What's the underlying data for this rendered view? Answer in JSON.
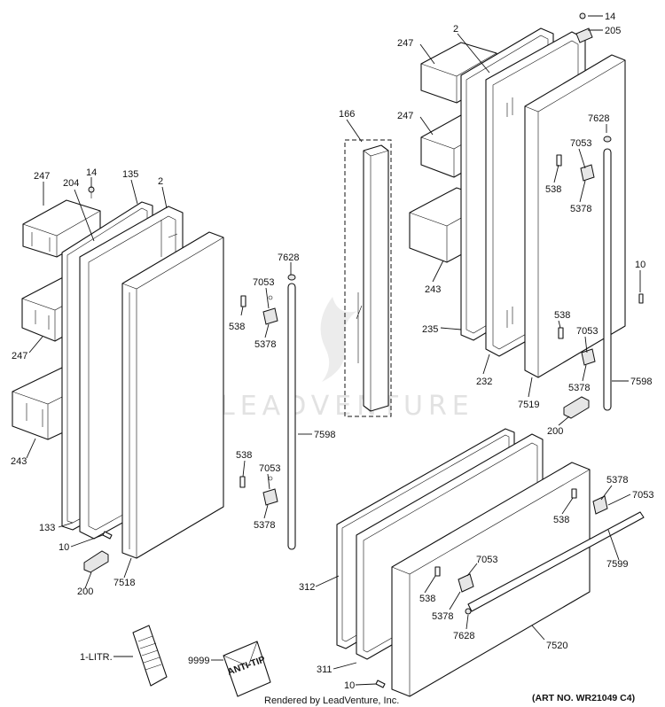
{
  "callouts": {
    "c247a": "247",
    "c204": "204",
    "c14a": "14",
    "c135": "135",
    "c2a": "2",
    "c247b": "247",
    "c243a": "243",
    "c133": "133",
    "c10a": "10",
    "c200a": "200",
    "c7518": "7518",
    "c7628a": "7628",
    "c7053a": "7053",
    "c538a": "538",
    "c5378a": "5378",
    "c7598a": "7598",
    "c538b": "538",
    "c7053b": "7053",
    "c5378b": "5378",
    "c166": "166",
    "c14b": "14",
    "c205": "205",
    "c2b": "2",
    "c247c": "247",
    "c247d": "247",
    "c7628b": "7628",
    "c7053c": "7053",
    "c538c": "538",
    "c5378c": "5378",
    "c243b": "243",
    "c10b": "10",
    "c235": "235",
    "c538d": "538",
    "c7053d": "7053",
    "c5378d": "5378",
    "c232": "232",
    "c7519": "7519",
    "c7598b": "7598",
    "c200b": "200",
    "c5378e": "5378",
    "c7053e": "7053",
    "c538e": "538",
    "c7599": "7599",
    "c312": "312",
    "c7053f": "7053",
    "c538f": "538",
    "c5378f": "5378",
    "c7628c": "7628",
    "c7520": "7520",
    "c311": "311",
    "c10c": "10",
    "c1litr": "1-LITR.",
    "c9999": "9999"
  },
  "anti_tip_label": "ANTI-TIP",
  "rendered_by": "Rendered by LeadVenture, Inc.",
  "art_no": "(ART NO. WR21049 C4)",
  "watermark": "LEADVENTURE"
}
